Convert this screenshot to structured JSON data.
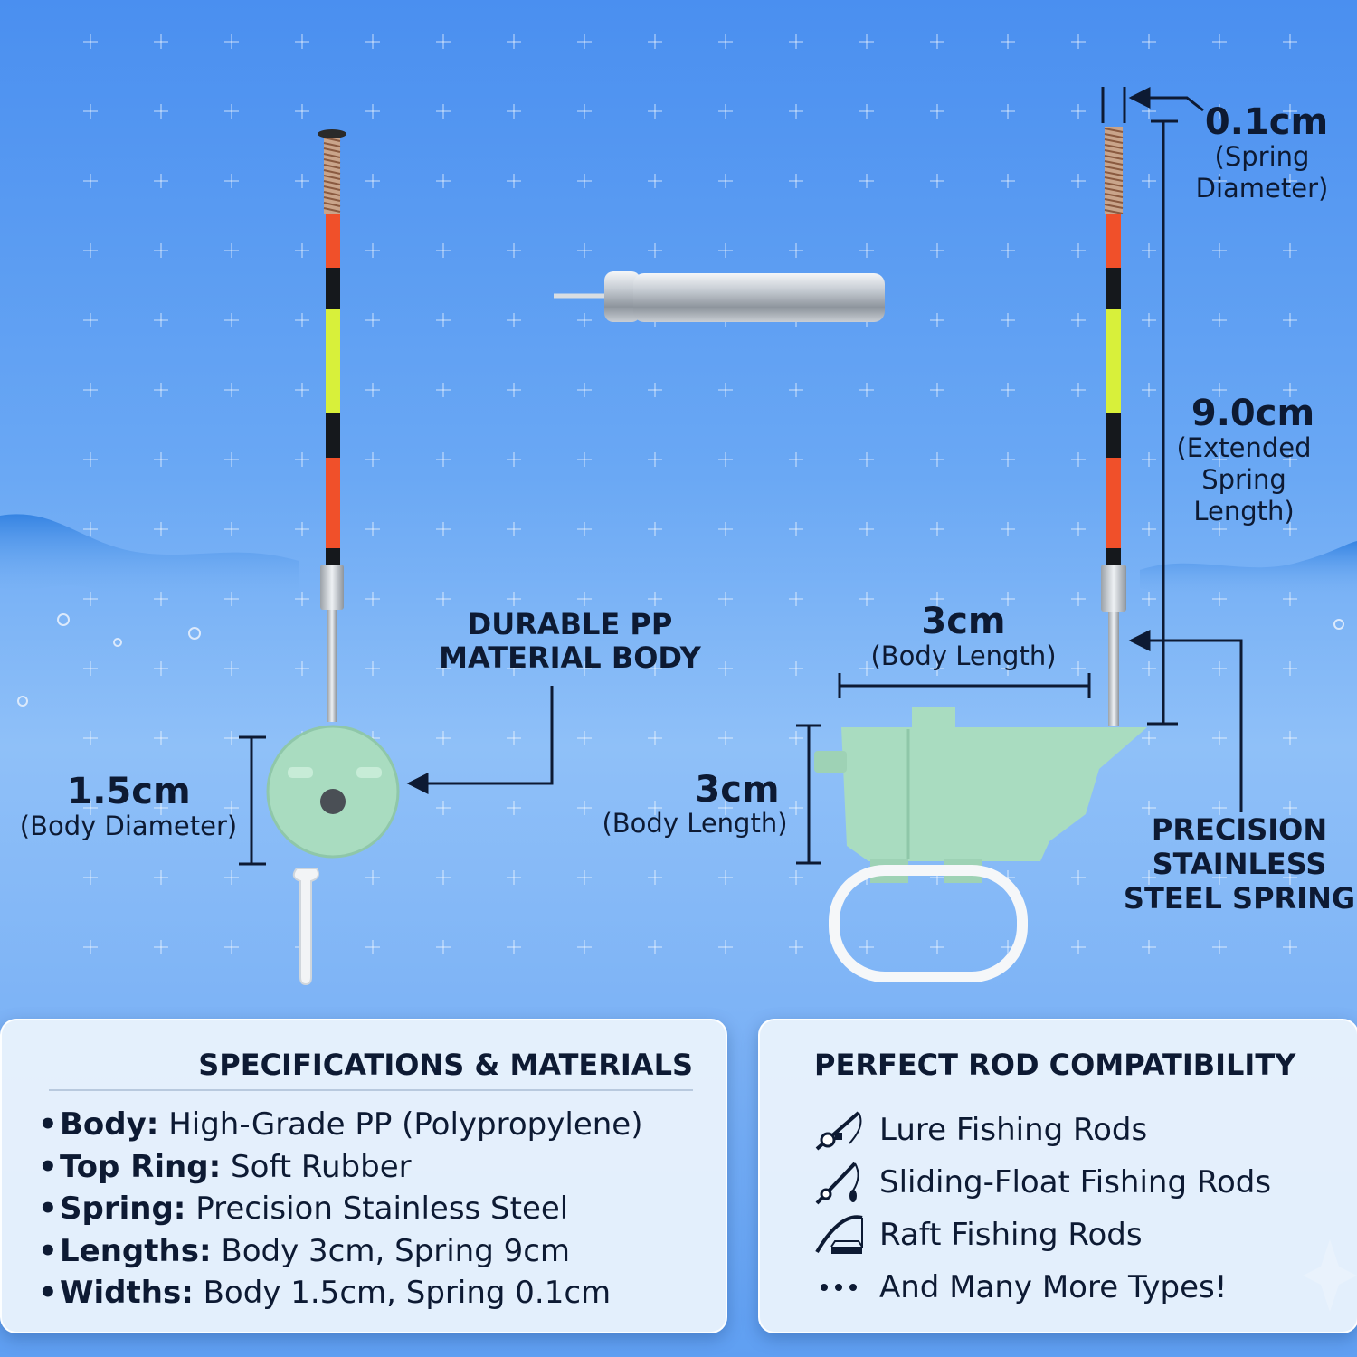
{
  "callouts": {
    "pp_body": "DURABLE PP\nMATERIAL BODY",
    "spring": "PRECISION\nSTAINLESS\nSTEEL SPRING"
  },
  "dimensions": {
    "spring_diameter": {
      "value": "0.1cm",
      "label": "(Spring\nDiameter)"
    },
    "spring_length": {
      "value": "9.0cm",
      "label": "(Extended\nSpring\nLength)"
    },
    "body_length_top": {
      "value": "3cm",
      "label": "(Body Length)"
    },
    "body_length_side": {
      "value": "3cm",
      "label": "(Body Length)"
    },
    "body_diameter": {
      "value": "1.5cm",
      "label": "(Body Diameter)"
    }
  },
  "specs": {
    "title": "SPECIFICATIONS & MATERIALS",
    "items": [
      {
        "key": "Body:",
        "value": "High-Grade PP (Polypropylene)"
      },
      {
        "key": "Top Ring:",
        "value": "Soft Rubber"
      },
      {
        "key": "Spring:",
        "value": "Precision Stainless Steel"
      },
      {
        "key": "Lengths:",
        "value": "Body 3cm, Spring 9cm"
      },
      {
        "key": "Widths:",
        "value": "Body 1.5cm, Spring 0.1cm"
      }
    ]
  },
  "compatibility": {
    "title": "PERFECT ROD COMPATIBILITY",
    "items": [
      {
        "icon": "fishing-rod-reel-icon",
        "label": "Lure Fishing Rods"
      },
      {
        "icon": "fishing-rod-float-icon",
        "label": "Sliding-Float Fishing Rods"
      },
      {
        "icon": "fishing-rod-raft-icon",
        "label": "Raft Fishing Rods"
      },
      {
        "icon": "more-dots-icon",
        "label": "And Many More Types!"
      }
    ]
  },
  "colors": {
    "background": "#6aa8f4",
    "body_green": "#a9dcc0",
    "stripe_orange": "#f0502a",
    "stripe_yellow": "#d8f03a",
    "stripe_black": "#15181c",
    "text_dark": "#0d1a33"
  }
}
